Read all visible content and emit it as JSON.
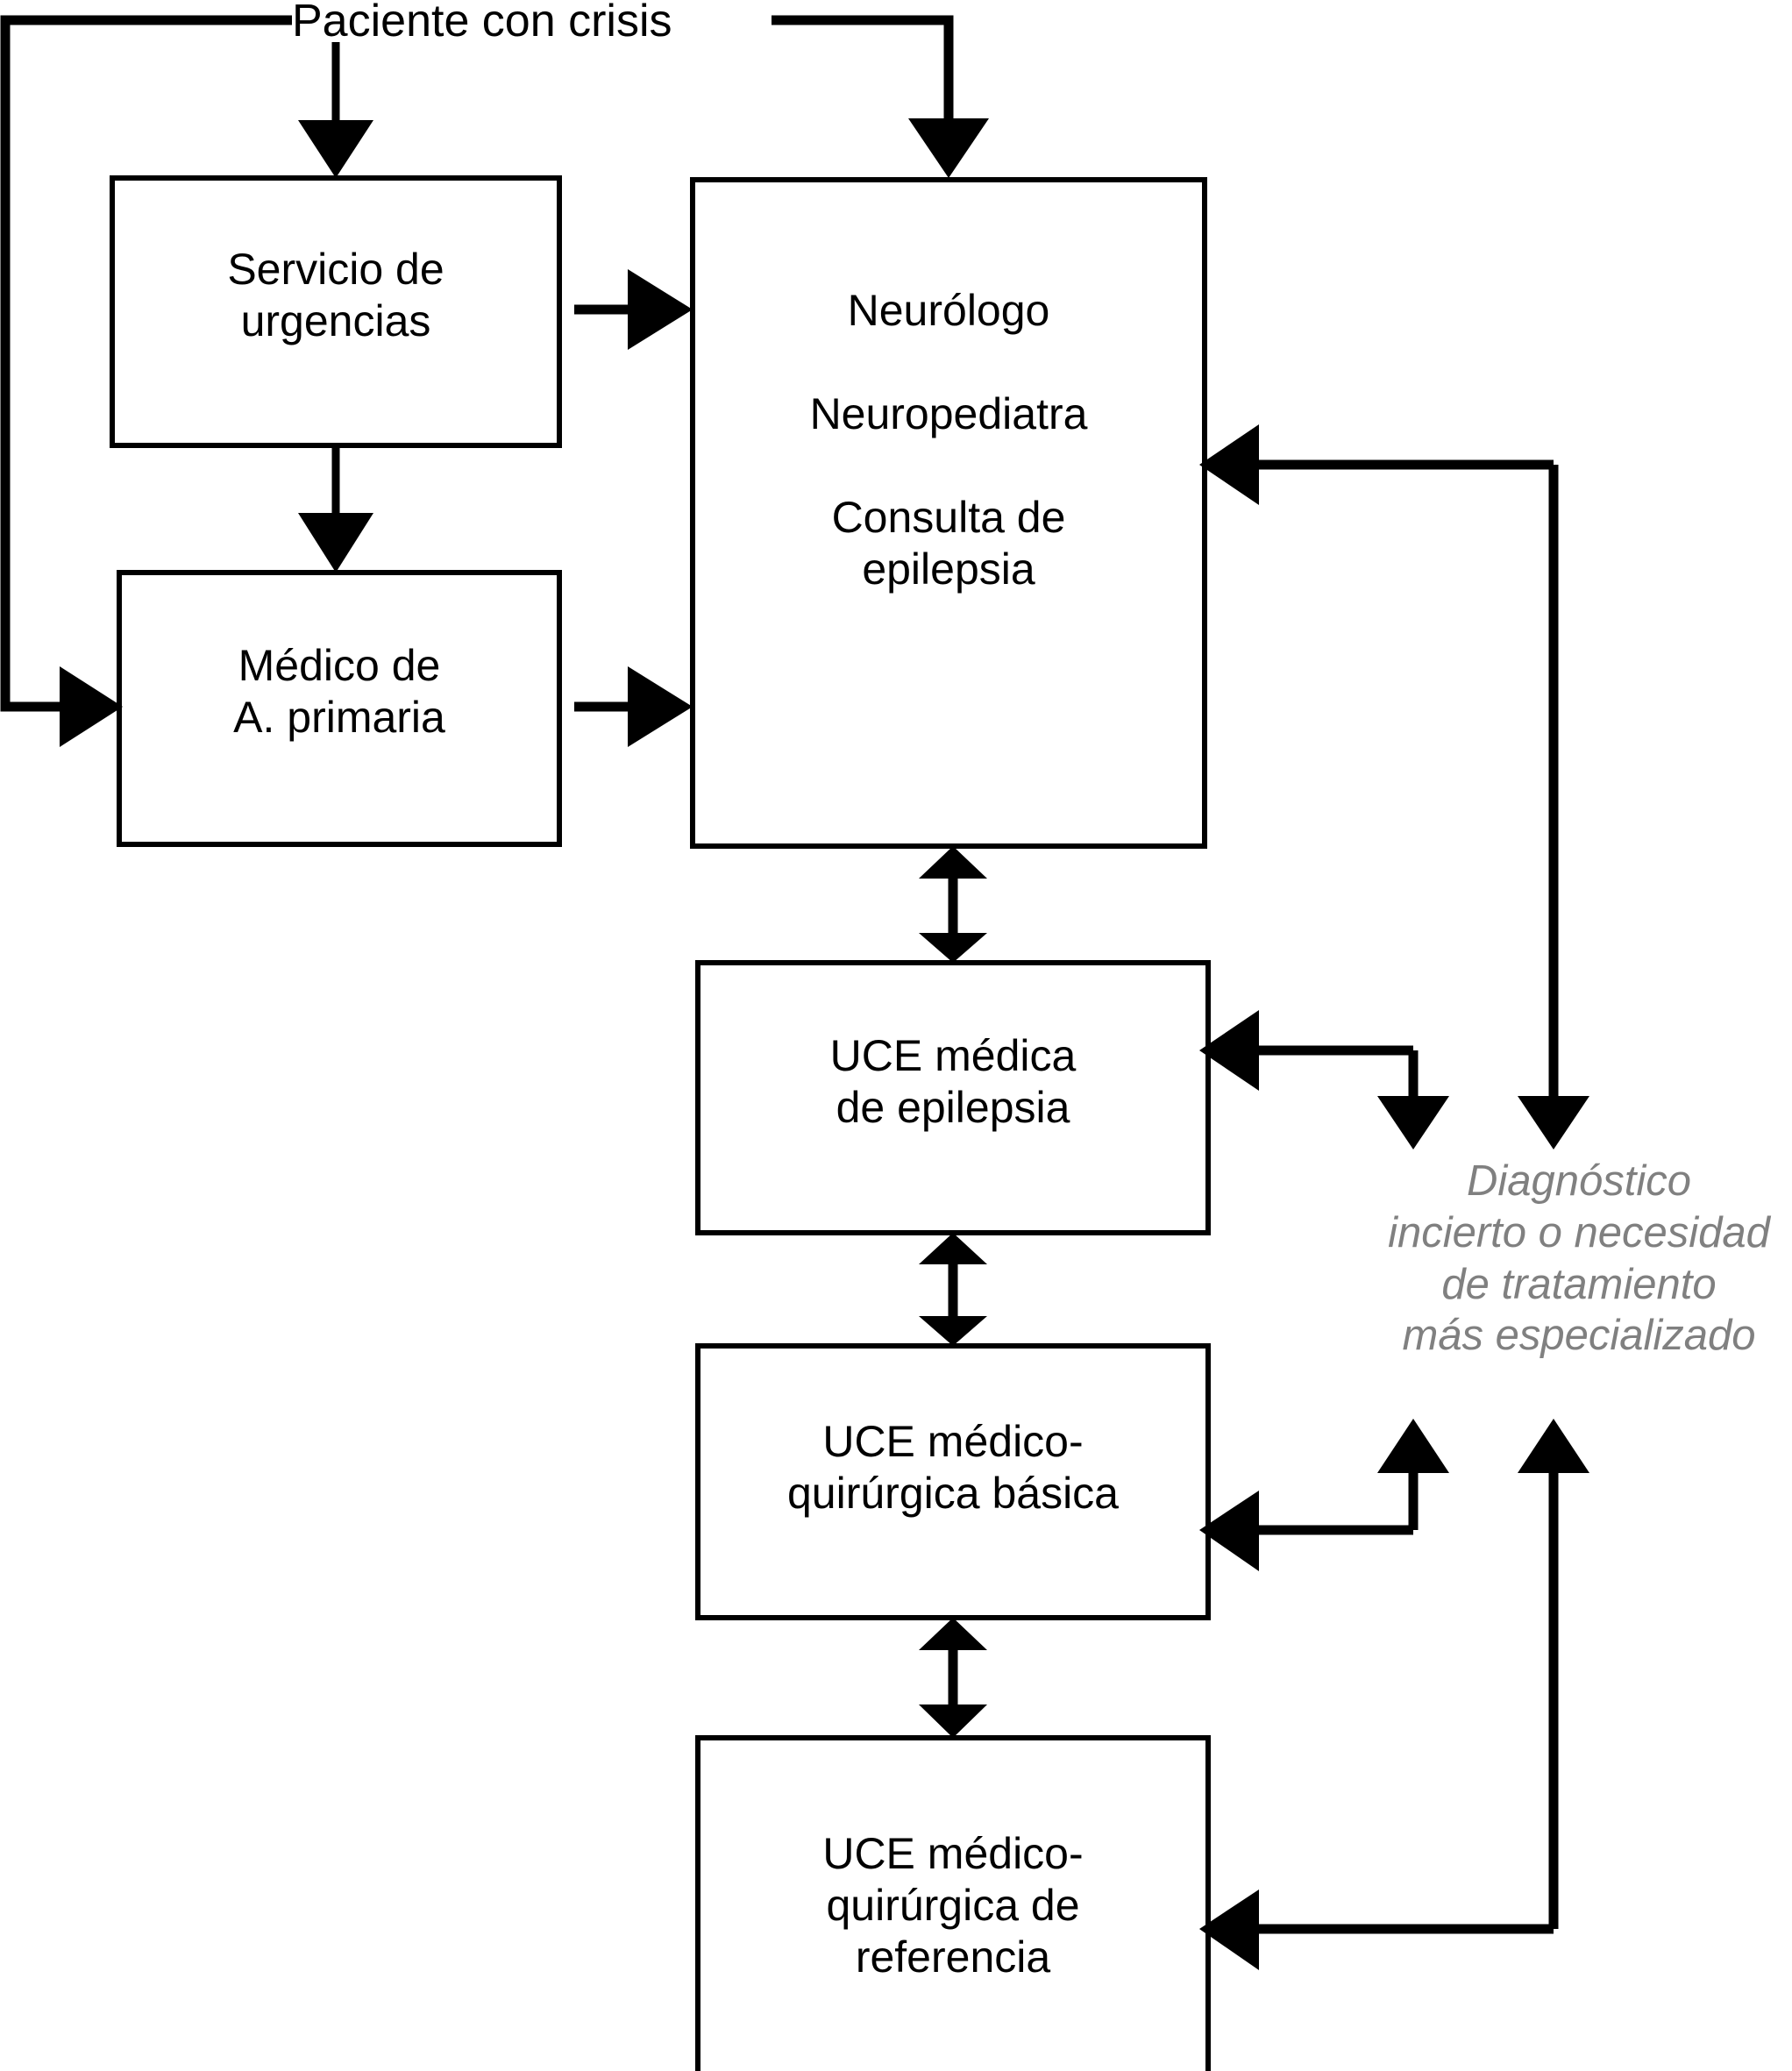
{
  "diagram": {
    "title_node": {
      "label": "Paciente con crisis"
    },
    "nodes": [
      {
        "id": "urgencias",
        "label": "Servicio de\nurgencias"
      },
      {
        "id": "primaria",
        "label": "Médico de\nA. primaria"
      },
      {
        "id": "especialista",
        "label": "Neurólogo\n\nNeuropediatra\n\nConsulta de\nepilepsia"
      },
      {
        "id": "uce-medica",
        "label": "UCE médica\nde epilepsia"
      },
      {
        "id": "uce-basica",
        "label": "UCE médico-\nquirúrgica básica"
      },
      {
        "id": "uce-referencia",
        "label": "UCE médico-\nquirúrgica de\nreferencia"
      }
    ],
    "annotations": [
      {
        "id": "diagnostico-incierto",
        "label": "Diagnóstico\nincierto o necesidad\nde tratamiento\nmás especializado"
      }
    ],
    "node_lines": {
      "especialista_line1": "Neurólogo",
      "especialista_line2": "Neuropediatra",
      "especialista_line3": "Consulta de",
      "especialista_line4": "epilepsia"
    },
    "colors": {
      "stroke": "#000000",
      "box_fill": "#ffffff",
      "annotation_text": "#808080",
      "background": "#ffffff"
    },
    "edges": [
      {
        "from": "paciente",
        "to": "urgencias",
        "kind": "arrow-down"
      },
      {
        "from": "paciente",
        "to": "especialista",
        "kind": "arrow-down-elbow-right"
      },
      {
        "from": "paciente",
        "to": "primaria",
        "kind": "arrow-elbow-left"
      },
      {
        "from": "urgencias",
        "to": "primaria",
        "kind": "arrow-down"
      },
      {
        "from": "urgencias",
        "to": "especialista",
        "kind": "arrow-right"
      },
      {
        "from": "primaria",
        "to": "especialista",
        "kind": "arrow-right"
      },
      {
        "from": "especialista",
        "to": "uce-medica",
        "kind": "double-arrow-vertical"
      },
      {
        "from": "uce-medica",
        "to": "uce-basica",
        "kind": "double-arrow-vertical"
      },
      {
        "from": "uce-basica",
        "to": "uce-referencia",
        "kind": "double-arrow-vertical"
      },
      {
        "from": "diagnostico-incierto",
        "to": "especialista",
        "kind": "arrow-left-elbow"
      },
      {
        "from": "diagnostico-incierto",
        "to": "uce-medica",
        "kind": "arrow-left-elbow"
      },
      {
        "from": "uce-basica",
        "to": "diagnostico-incierto",
        "kind": "arrow-up-elbow"
      },
      {
        "from": "uce-referencia",
        "to": "diagnostico-incierto",
        "kind": "arrow-up-elbow"
      }
    ]
  }
}
